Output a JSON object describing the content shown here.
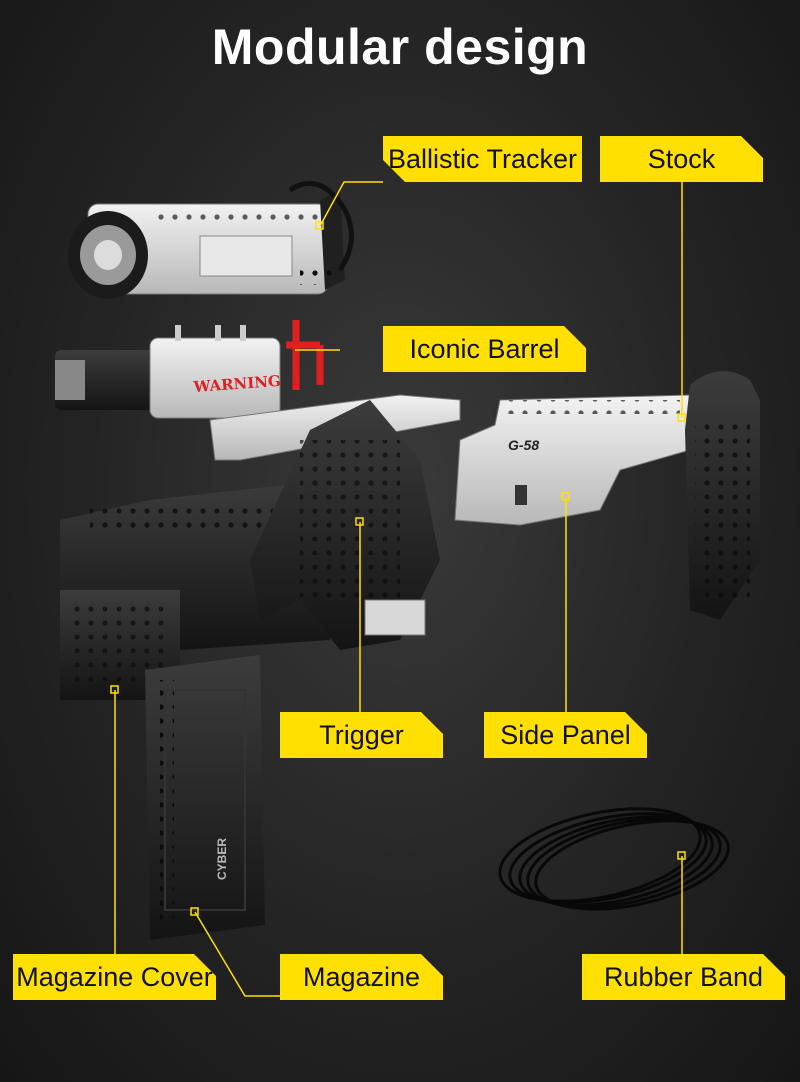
{
  "title": "Modular design",
  "labels": {
    "ballistic_tracker": "Ballistic Tracker",
    "stock": "Stock",
    "iconic_barrel": "Iconic Barrel",
    "trigger": "Trigger",
    "side_panel": "Side Panel",
    "magazine_cover": "Magazine Cover",
    "magazine": "Magazine",
    "rubber_band": "Rubber Band"
  },
  "part_markings": {
    "warning": "WARNING",
    "model": "G-58",
    "magazine_text": "CYBER"
  },
  "colors": {
    "accent": "#ffe000",
    "warning_red": "#e02020"
  }
}
